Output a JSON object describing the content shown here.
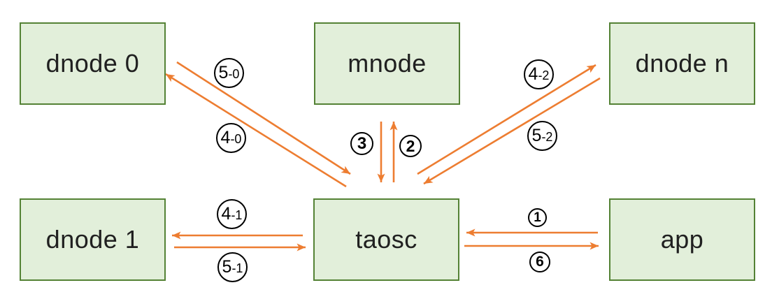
{
  "colors": {
    "arrow": "#ed7d31",
    "node_fill": "#e2efda",
    "node_border": "#548235",
    "label_ink": "#000000",
    "text": "#202020",
    "background": "#ffffff"
  },
  "nodes": [
    {
      "label": "dnode 0"
    },
    {
      "label": "mnode"
    },
    {
      "label": "dnode n"
    },
    {
      "label": "dnode 1"
    },
    {
      "label": "taosc"
    },
    {
      "label": "app"
    }
  ],
  "edges": [
    {
      "label": "1",
      "from": "app",
      "to": "taosc"
    },
    {
      "label": "2",
      "from": "taosc",
      "to": "mnode"
    },
    {
      "label": "3",
      "from": "mnode",
      "to": "taosc"
    },
    {
      "label": "4-0",
      "from": "taosc",
      "to": "dnode 0"
    },
    {
      "label": "5-0",
      "from": "dnode 0",
      "to": "taosc"
    },
    {
      "label": "4-1",
      "from": "taosc",
      "to": "dnode 1"
    },
    {
      "label": "5-1",
      "from": "dnode 1",
      "to": "taosc"
    },
    {
      "label": "4-2",
      "from": "taosc",
      "to": "dnode n"
    },
    {
      "label": "5-2",
      "from": "dnode n",
      "to": "taosc"
    },
    {
      "label": "6",
      "from": "taosc",
      "to": "app"
    }
  ]
}
